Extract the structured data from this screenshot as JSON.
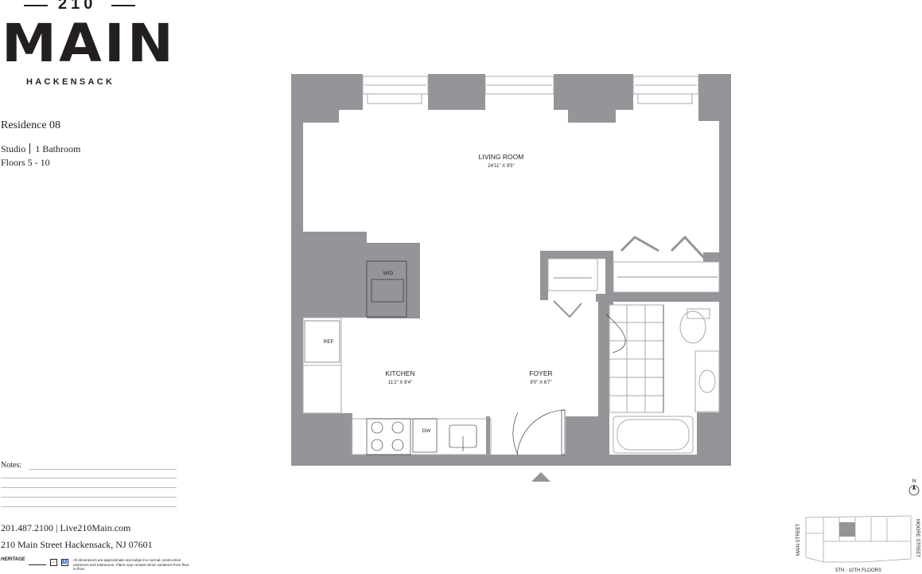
{
  "logo": {
    "number": "210",
    "name": "MAIN",
    "city": "HACKENSACK"
  },
  "residence": {
    "title": "Residence 08",
    "type": "Studio",
    "bath": "1 Bathroom",
    "floors": "Floors 5 - 10"
  },
  "plan": {
    "rooms": {
      "living": {
        "name": "LIVING ROOM",
        "dims": "24'11\" X 9'5\""
      },
      "kitchen": {
        "name": "KITCHEN",
        "dims": "11'2\" X 8'4\""
      },
      "foyer": {
        "name": "FOYER",
        "dims": "9'0\" X 6'7\""
      }
    },
    "appliances": {
      "washer_dryer": "W/D",
      "refrigerator": "REF",
      "dishwasher": "DW"
    }
  },
  "notes": {
    "label": "Notes:"
  },
  "contact": {
    "phone_web": "201.487.2100 | Live210Main.com",
    "address": "210 Main Street Hackensack, NJ 07601"
  },
  "footer": {
    "developer": "HERITAGE",
    "disclaimer": "All dimensions are approximate and subject to normal construction variances and tolerances. Plans may contain minor variations from floor to floor."
  },
  "keyplan": {
    "street_left": "MAIN STREET",
    "street_right": "MOORE STREET",
    "floors": "5TH - 10TH FLOORS",
    "compass": "N"
  },
  "colors": {
    "wall": "#939598",
    "ink": "#231f20",
    "line": "#a7a9ac"
  }
}
